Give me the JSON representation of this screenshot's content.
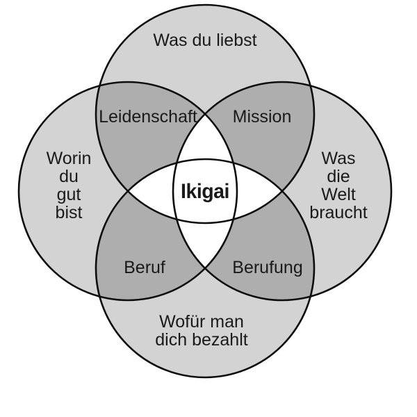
{
  "diagram": {
    "type": "venn-4-circle",
    "center_label": "Ikigai",
    "circle_labels": {
      "top": "Was du liebst",
      "left_lines": [
        "Worin",
        "du",
        "gut",
        "bist"
      ],
      "right_lines": [
        "Was",
        "die",
        "Welt",
        "braucht"
      ],
      "bottom_lines": [
        "Wofür man",
        "dich bezahlt"
      ]
    },
    "overlap_labels": {
      "top_left": "Leidenschaft",
      "top_right": "Mission",
      "bottom_left": "Beruf",
      "bottom_right": "Berufung"
    },
    "colors": {
      "circle_fill": "#d3d3d3",
      "overlap_fill": "#aeaeae",
      "center_fill": "#ffffff",
      "outline": "#0d0d0d",
      "text": "#1a1a1a",
      "background": "#ffffff"
    }
  }
}
